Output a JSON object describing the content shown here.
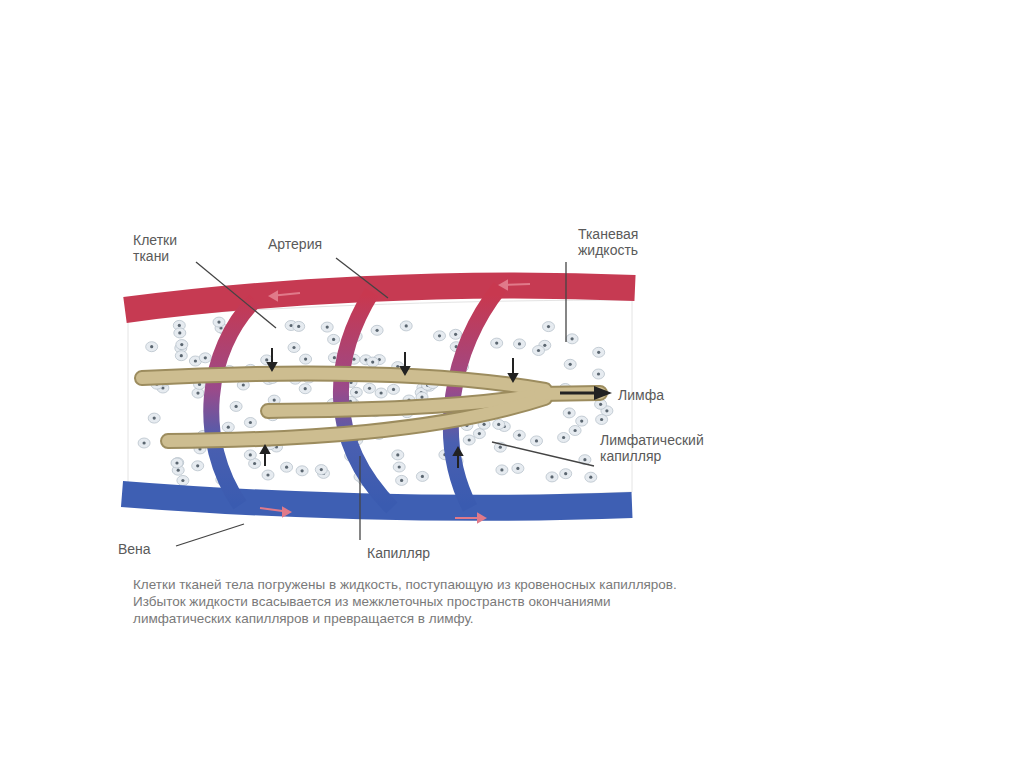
{
  "diagram": {
    "caption": "Клетки тканей тела погружены в жидкость, поступающую из кровеносных капилляров. Избыток жидкости всасывается из межклеточных пространств окончаниями лимфатических капилляров и превращается в лимфу.",
    "labels": [
      "Клетки ткани",
      "Артерия",
      "Тканевая жидкость",
      "Лимфа",
      "Лимфатический капилляр",
      "Вена",
      "Капилляр"
    ]
  }
}
